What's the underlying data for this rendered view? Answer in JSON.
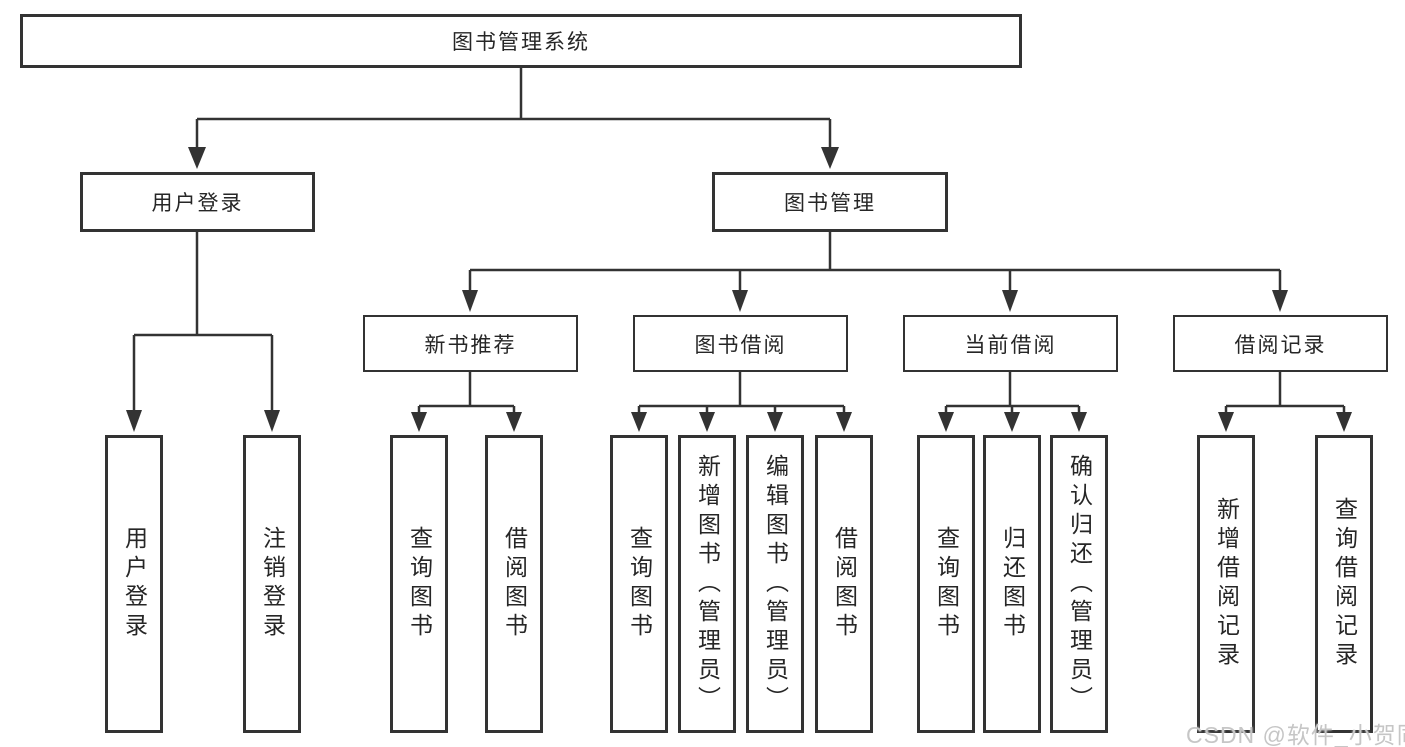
{
  "tree": {
    "label": "图书管理系统",
    "children": [
      {
        "label": "用户登录",
        "children": [
          {
            "label": "用户登录"
          },
          {
            "label": "注销登录"
          }
        ]
      },
      {
        "label": "图书管理",
        "children": [
          {
            "label": "新书推荐",
            "children": [
              {
                "label": "查询图书"
              },
              {
                "label": "借阅图书"
              }
            ]
          },
          {
            "label": "图书借阅",
            "children": [
              {
                "label": "查询图书"
              },
              {
                "label": "新增图书（管理员）"
              },
              {
                "label": "编辑图书（管理员）"
              },
              {
                "label": "借阅图书"
              }
            ]
          },
          {
            "label": "当前借阅",
            "children": [
              {
                "label": "查询图书"
              },
              {
                "label": "归还图书"
              },
              {
                "label": "确认归还（管理员）"
              }
            ]
          },
          {
            "label": "借阅记录",
            "children": [
              {
                "label": "新增借阅记录"
              },
              {
                "label": "查询借阅记录"
              }
            ]
          }
        ]
      }
    ]
  },
  "watermark": "CSDN @软件_小贺同学",
  "colors": {
    "line": "#333333",
    "box_border": "#333333",
    "text": "#262626",
    "background": "#ffffff",
    "watermark": "#c6c6c6"
  }
}
